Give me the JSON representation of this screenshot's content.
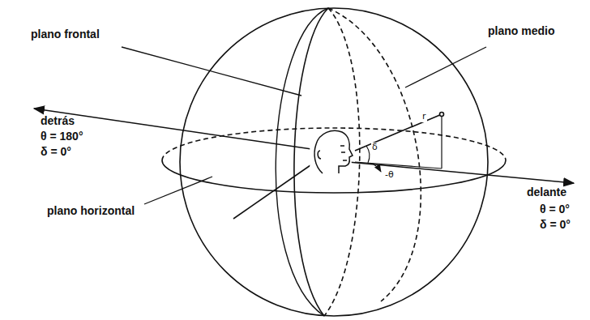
{
  "diagram": {
    "labels": [
      "plano frontal",
      "plano medio",
      "detrás",
      "θ = 180°",
      "δ = 0°",
      "plano horizontal",
      "delante",
      "θ = 0°",
      "δ = 0°",
      "δ",
      "r",
      "-θ"
    ]
  }
}
